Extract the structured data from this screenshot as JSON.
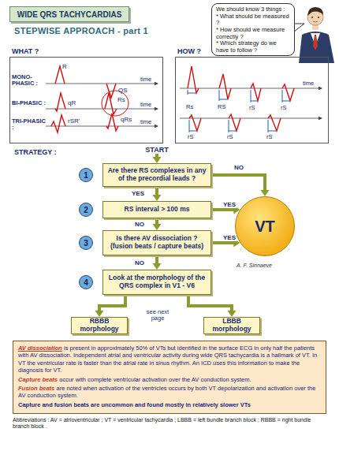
{
  "diagram": {
    "title": "WIDE QRS TACHYCARDIAS",
    "nodes": [
      {
        "text": [
          "We should know 3 things :",
          "* What should be measured ?",
          "* How should we measure correctly ?",
          "* Which strategy do we have to follow ?"
        ]
      },
      {
        "text": [
          "WHAT ?"
        ]
      },
      {
        "text": [
          "HOW ?"
        ]
      },
      {
        "text": [
          "START"
        ]
      },
      {
        "text": [
          "1"
        ]
      },
      {
        "text": [
          "Are there RS complexes in any of the precordial leads ?"
        ]
      },
      {
        "text": [
          "2"
        ]
      },
      {
        "text": [
          "RS interval > 100 ms"
        ]
      },
      {
        "text": [
          "3"
        ]
      },
      {
        "text": [
          "Is there AV dissociation ? (fusion beats / capture beats)"
        ]
      },
      {
        "text": [
          "4"
        ]
      },
      {
        "text": [
          "Look at the morphology of the QRS complex in V1 - V6"
        ]
      },
      {
        "text": [
          "VT"
        ]
      },
      {
        "text": [
          "RBBB morphology"
        ]
      },
      {
        "text": [
          "LBBB morphology"
        ]
      },
      {
        "text": [
          "AV dissociation",
          "is present in approximately 50% of VTs but identified in the surface ECG in only half the patients with AV dissociation. Independent atrial and ventricular activity during wide QRS tachycardia is a hallmark of VT. In VT the ventricular rate is faster than the atrial rate in sinus rhythm. An ICD uses this information to make the diagnosis for VT.",
          "Capture beats",
          "occur with complete ventricular activation over the AV conduction system.",
          "Fusion beats",
          "are noted when activation of the ventricles occurs by both VT depolarization and activation over the AV conduction system.",
          "Capture and fusion beats are uncommon and found mostly in relatively slower VTs"
        ]
      }
    ],
    "edges": [
      {
        "from": 3,
        "to": 5,
        "arrow": "to"
      },
      {
        "from": 5,
        "to": 7,
        "label": "YES",
        "arrow": "to"
      },
      {
        "from": 5,
        "to": 12,
        "label": "NO",
        "arrow": "to"
      },
      {
        "from": 7,
        "to": 12,
        "label": "YES",
        "arrow": "to"
      },
      {
        "from": 7,
        "to": 9,
        "label": "NO",
        "arrow": "to"
      },
      {
        "from": 9,
        "to": 12,
        "label": "YES",
        "arrow": "to"
      },
      {
        "from": 9,
        "to": 11,
        "label": "NO",
        "arrow": "to"
      },
      {
        "from": 11,
        "to": 13,
        "arrow": "to"
      },
      {
        "from": 11,
        "to": 14,
        "arrow": "to"
      }
    ],
    "labels": [
      "STEPWISE APPROACH - part 1",
      "MONO-PHASIC :",
      "BI-PHASIC :",
      "TRI-PHASIC :",
      "R",
      "QS",
      "qR",
      "Rs",
      "rSR'",
      "qRs",
      "time",
      "time",
      "time",
      "Rs",
      "RS",
      "rS",
      "rS",
      "rS",
      "rS",
      "rS",
      "time",
      "STRATEGY :",
      "see next page",
      "A. F. Sinnaeve",
      "Abbreviations : AV = atrioventricular ; VT = ventricular tachycardia ; LBBB = left bundle branch block ; RBBB = right bundle branch block ."
    ]
  }
}
